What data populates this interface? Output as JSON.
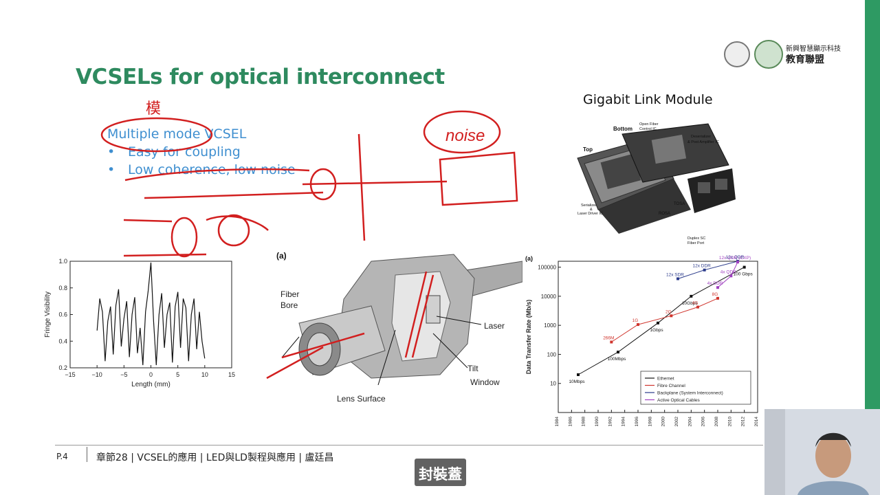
{
  "slide": {
    "title": "VCSELs for optical interconnect",
    "bullets": {
      "main": "Multiple mode VCSEL",
      "sub1": "Easy for coupling",
      "sub2": "Low coherence, low noise"
    },
    "annotations": {
      "char_top": "模",
      "noise": "noise"
    },
    "gigabit_title": "Gigabit Link Module",
    "logo": {
      "line1": "新興智慧顯示科技",
      "line2": "教育聯盟"
    },
    "module_labels": {
      "bottom": "Bottom",
      "top": "Top",
      "open_fiber": "Open Fiber",
      "control_ic": "Control IC",
      "deserializer": "Deserializer",
      "post_amp": "& Post Amplifier IC",
      "serializer": "Serializer",
      "amp": "&",
      "laser_driver": "Laser Driver IC",
      "tosa": "TOSA",
      "rosa": "ROSA",
      "duplex1": "Duplex SC",
      "duplex2": "Fiber Port"
    },
    "diagram_labels": {
      "a": "(a)",
      "fiber_bore1": "Fiber",
      "fiber_bore2": "Bore",
      "laser": "Laser",
      "tilt": "Tilt",
      "window": "Window",
      "lens_surface": "Lens Surface"
    },
    "footer": {
      "page": "P.4",
      "text": "章節28 | VCSEL的應用 | LED與LD製程與應用 | 盧廷昌"
    },
    "subtitle": "封裝蓋"
  },
  "chart_data": [
    {
      "type": "line",
      "title": "",
      "xlabel": "Length (mm)",
      "ylabel": "Fringe Visibility",
      "xlim": [
        -15,
        15
      ],
      "ylim": [
        0.2,
        1.0
      ],
      "x_ticks": [
        "−15",
        "−10",
        "−5",
        "0",
        "5",
        "10",
        "15"
      ],
      "y_ticks": [
        "0.2",
        "0.4",
        "0.6",
        "0.8",
        "1.0"
      ],
      "series": [
        {
          "x": [
            -10,
            -9.5,
            -9,
            -8.5,
            -8,
            -7.5,
            -7,
            -6.5,
            -6,
            -5.5,
            -5,
            -4.5,
            -4,
            -3.5,
            -3,
            -2.5,
            -2,
            -1.5,
            -1,
            -0.5,
            0,
            0.5,
            1,
            1.5,
            2,
            2.5,
            3,
            3.5,
            4,
            4.5,
            5,
            5.5,
            6,
            6.5,
            7,
            7.5,
            8,
            8.5,
            9,
            9.5,
            10
          ],
          "y": [
            0.48,
            0.72,
            0.62,
            0.25,
            0.55,
            0.66,
            0.3,
            0.67,
            0.79,
            0.36,
            0.57,
            0.7,
            0.28,
            0.6,
            0.73,
            0.31,
            0.5,
            0.22,
            0.62,
            0.78,
            0.99,
            0.55,
            0.22,
            0.6,
            0.76,
            0.35,
            0.6,
            0.69,
            0.24,
            0.66,
            0.77,
            0.35,
            0.72,
            0.65,
            0.25,
            0.6,
            0.72,
            0.34,
            0.62,
            0.4,
            0.27
          ]
        }
      ]
    },
    {
      "type": "line",
      "title": "(a)",
      "xlabel": "",
      "ylabel": "Data Transfer Rate (Mb/s)",
      "y_scale": "log",
      "xlim": [
        1984,
        2014
      ],
      "ylim": [
        1,
        100000
      ],
      "x_ticks": [
        "1984",
        "1986",
        "1988",
        "1990",
        "1992",
        "1994",
        "1996",
        "1998",
        "2000",
        "2002",
        "2004",
        "2006",
        "2008",
        "2010",
        "2012",
        "2014"
      ],
      "y_ticks": [
        "10",
        "100",
        "1000",
        "10000",
        "100000"
      ],
      "legend_position": "bottom-right",
      "series": [
        {
          "name": "Ethernet",
          "color": "#111111",
          "x": [
            1987,
            1993,
            1999,
            2004,
            2012
          ],
          "y": [
            20,
            120,
            1200,
            10000,
            100000
          ],
          "labels": [
            "10Mbps",
            "100Mbps",
            "1Gbps",
            "10Gbps",
            "100 Gbps"
          ]
        },
        {
          "name": "Fibre Channel",
          "color": "#d0342c",
          "x": [
            1992,
            1996,
            2001,
            2005,
            2008
          ],
          "y": [
            266,
            1062,
            2125,
            4250,
            8500
          ],
          "labels": [
            "266M",
            "1G",
            "2G",
            "4G",
            "8G"
          ]
        },
        {
          "name": "Backplane (System Interconnect)",
          "color": "#2a3a8a",
          "x": [
            2002,
            2006,
            2011
          ],
          "y": [
            40000,
            80000,
            160000
          ],
          "labels": [
            "12x SDR",
            "12x DDR",
            "12x QDR"
          ]
        },
        {
          "name": "Active Optical Cables",
          "color": "#a040c0",
          "x": [
            2008,
            2010,
            2011
          ],
          "y": [
            20000,
            50000,
            150000
          ],
          "labels": [
            "4x DDR",
            "4x QDR",
            "12x QDR (CXP)"
          ]
        }
      ]
    }
  ]
}
